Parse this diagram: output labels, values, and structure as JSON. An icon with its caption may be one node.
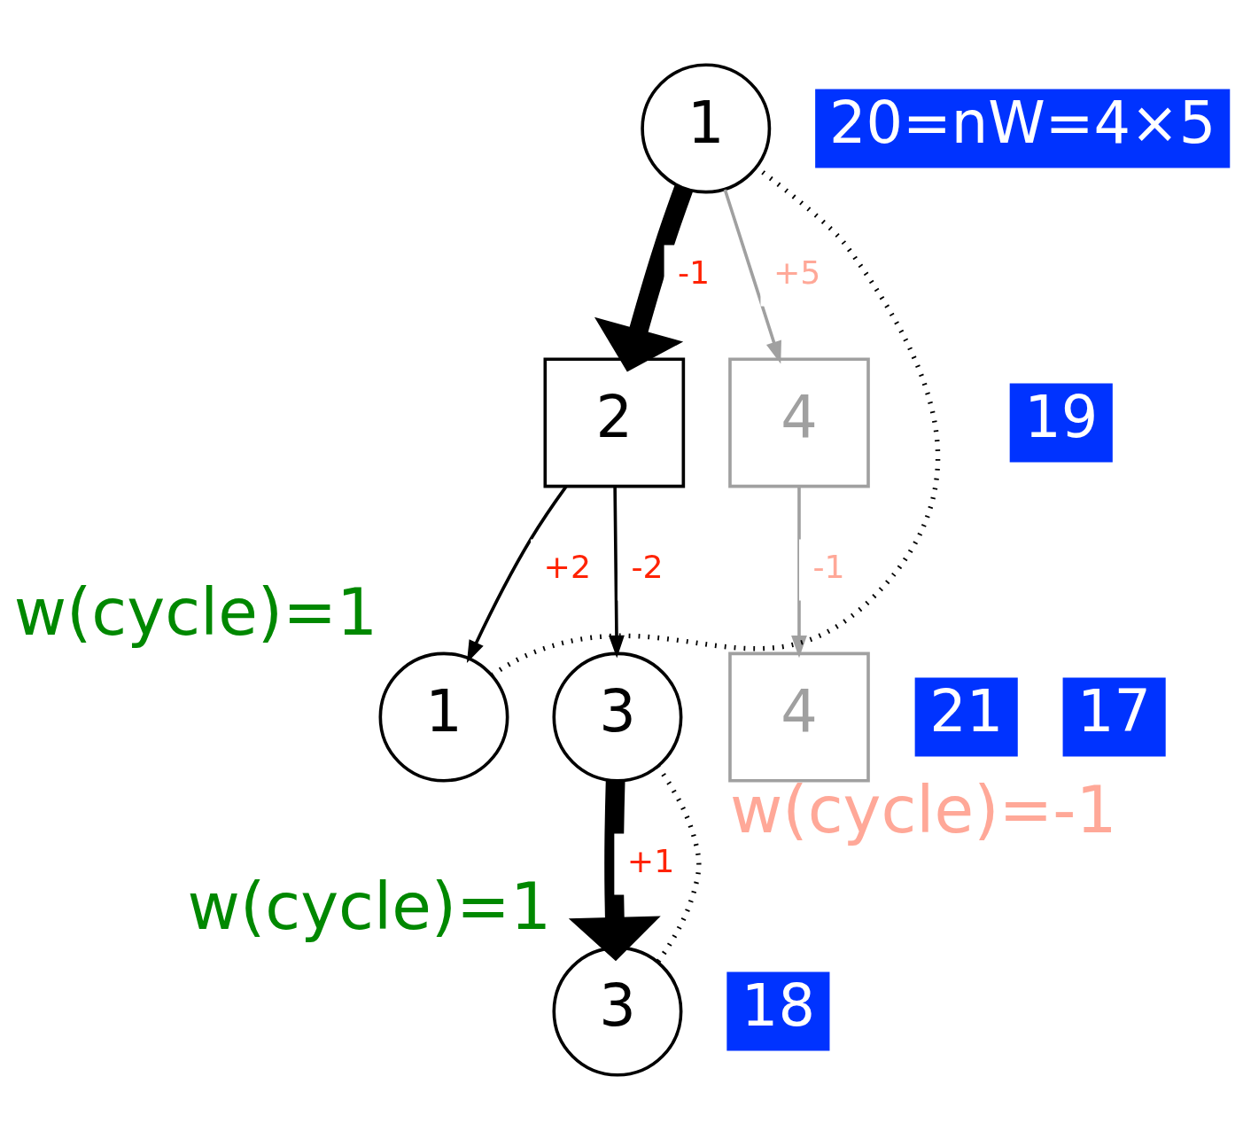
{
  "diagram": {
    "nodes": [
      {
        "text": [
          "1"
        ]
      },
      {
        "text": [
          "20=nW=4×5"
        ]
      },
      {
        "text": [
          "2"
        ]
      },
      {
        "text": [
          "19"
        ]
      },
      {
        "text": [
          "4"
        ]
      },
      {
        "text": [
          "1"
        ],
        "beside": [
          "w(cycle)=1"
        ]
      },
      {
        "text": [
          "21"
        ]
      },
      {
        "text": [
          "3"
        ]
      },
      {
        "text": [
          "17"
        ]
      },
      {
        "text": [
          "4"
        ],
        "beside": [
          "w(cycle)=-1"
        ]
      },
      {
        "text": [
          "3"
        ],
        "beside": [
          "w(cycle)=1"
        ]
      },
      {
        "text": [
          "18"
        ]
      }
    ],
    "edges": [
      {
        "from": 0,
        "to": 2,
        "arrow": "to",
        "label": "-1",
        "style": "thick"
      },
      {
        "from": 0,
        "to": 4,
        "arrow": "to",
        "label": "+5",
        "color": "#a0a0a0"
      },
      {
        "from": 2,
        "to": 5,
        "arrow": "to",
        "label": "+2"
      },
      {
        "from": 2,
        "to": 7,
        "arrow": "to",
        "label": "-2"
      },
      {
        "from": 4,
        "to": 9,
        "arrow": "to",
        "label": "-1",
        "color": "#a0a0a0"
      },
      {
        "from": 7,
        "to": 10,
        "arrow": "to",
        "label": "+1",
        "style": "thick"
      },
      {
        "from": 5,
        "to": 0,
        "arrow": "none",
        "style": "dashed"
      },
      {
        "from": 7,
        "to": 10,
        "arrow": "none",
        "style": "dashed"
      }
    ]
  }
}
